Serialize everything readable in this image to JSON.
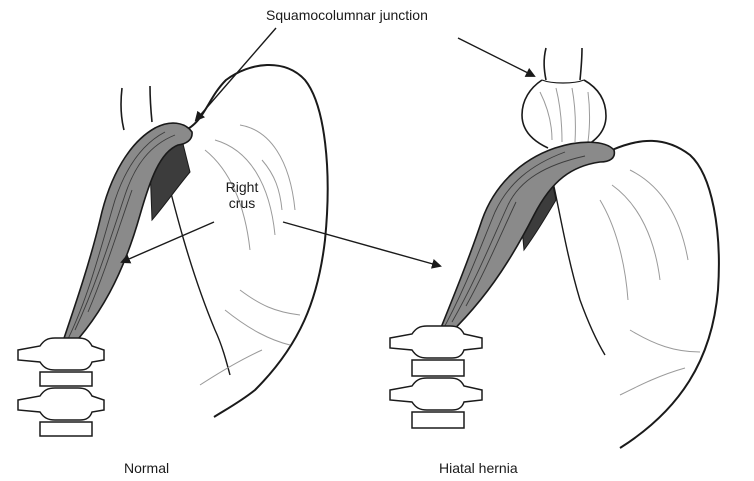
{
  "labels": {
    "junction": "Squamocolumnar junction",
    "crus": "Right\ncrus",
    "normal": "Normal",
    "hernia": "Hiatal hernia"
  },
  "colors": {
    "ink": "#1a1a1a",
    "muscle_fill": "#8a8a8a",
    "muscle_dark": "#3c3c3c",
    "fold_lines": "#9a9a9a",
    "background": "#ffffff"
  }
}
